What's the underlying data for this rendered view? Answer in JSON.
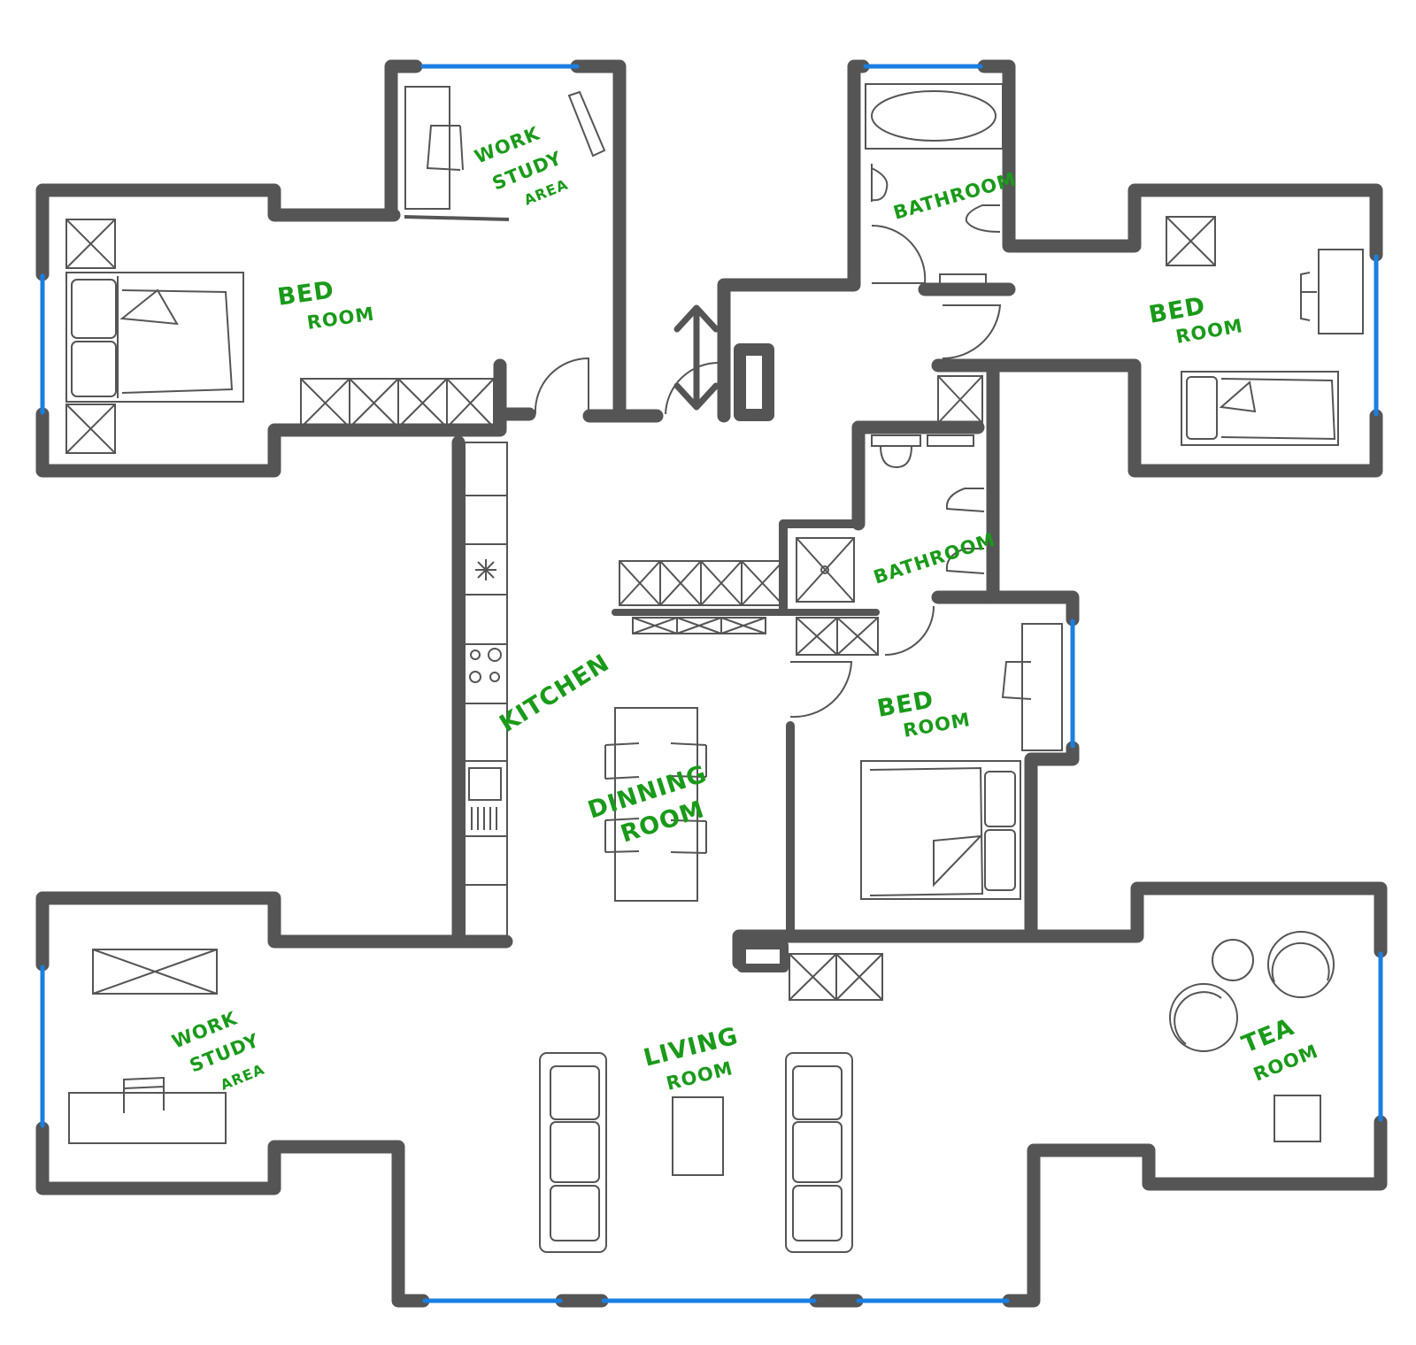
{
  "colors": {
    "wall": "#555555",
    "window": "#1a7fe0",
    "label": "#1a9a1a",
    "furniture": "#555555"
  },
  "labels": {
    "bedroom_tl_1": "BED",
    "bedroom_tl_2": "ROOM",
    "study_top_1": "WORK",
    "study_top_2": "STUDY",
    "study_top_3": "AREA",
    "bathroom_top": "BATHROOM",
    "bedroom_tr_1": "BED",
    "bedroom_tr_2": "ROOM",
    "bathroom_mid": "BATHROOM",
    "kitchen": "KITCHEN",
    "dining_1": "DINNING",
    "dining_2": "ROOM",
    "bedroom_mid_1": "BED",
    "bedroom_mid_2": "ROOM",
    "study_bl_1": "WORK",
    "study_bl_2": "STUDY",
    "study_bl_3": "AREA",
    "living_1": "LIVING",
    "living_2": "ROOM",
    "tea_1": "TEA",
    "tea_2": "ROOM"
  },
  "icons": {
    "entrance": "double-arrow-icon",
    "bed": "bed-icon",
    "desk": "desk-icon",
    "chair": "chair-icon",
    "closet": "closet-icon",
    "bathtub": "bathtub-icon",
    "toilet": "toilet-icon",
    "sink": "sink-icon",
    "shower": "shower-icon",
    "stove": "stove-icon",
    "sofa": "sofa-icon",
    "table": "table-icon"
  }
}
